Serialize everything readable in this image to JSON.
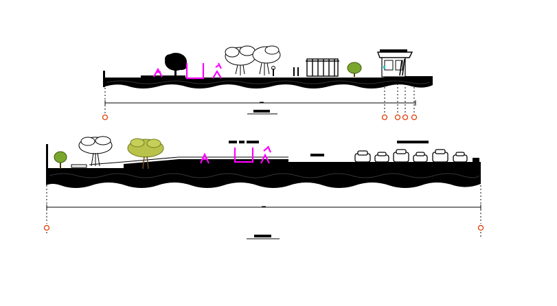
{
  "drawing": {
    "type": "architectural-section-elevation",
    "sections": [
      {
        "id": "upper",
        "label_block": "",
        "grid_markers": 5,
        "elements": [
          "trees",
          "pink-play-equipment",
          "pergola",
          "small-tree",
          "kiosk-building"
        ]
      },
      {
        "id": "lower",
        "label_block": "",
        "grid_markers": 2,
        "elements": [
          "trees",
          "pink-play-equipment",
          "label-block",
          "parked-cars"
        ]
      }
    ],
    "colors": {
      "ground": "#000000",
      "play_equipment": "#ff00ff",
      "grid_marker": "#e03a00",
      "tree_green": "#7aa62d",
      "tree_yellow": "#b9c24a",
      "accent_cyan": "#00c8c8",
      "dim_line": "#000000"
    }
  }
}
